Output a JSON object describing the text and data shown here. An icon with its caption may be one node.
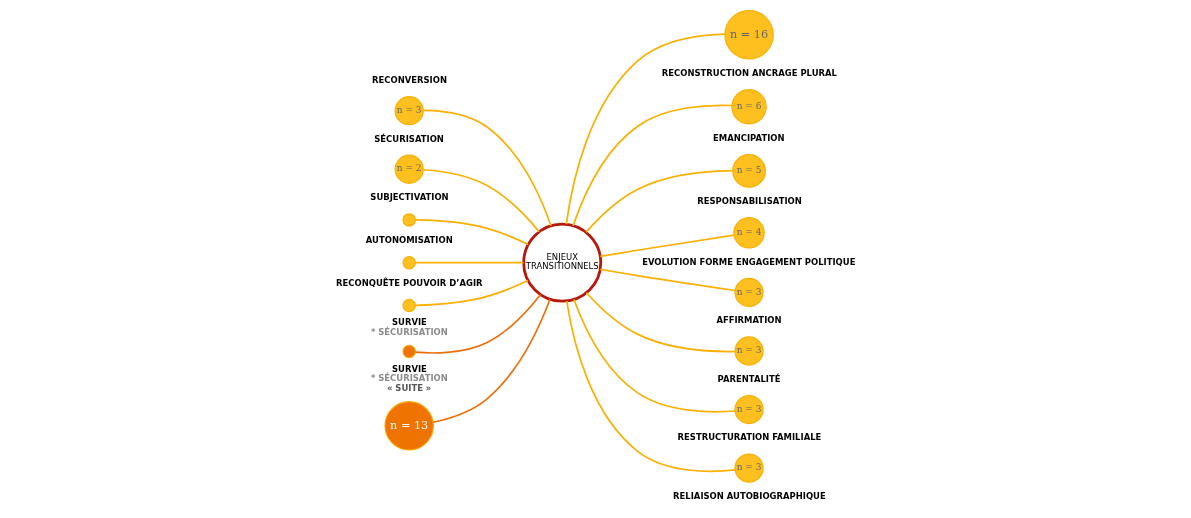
{
  "diagram": {
    "nodes": [
      {
        "text": [
          "ENJEUX TRANSITIONNELS"
        ]
      },
      {
        "text": [
          "n = 16"
        ],
        "beside": [
          "RECONSTRUCTION ANCRAGE PLURAL"
        ]
      },
      {
        "text": [
          "n = 6"
        ],
        "beside": [
          "EMANCIPATION"
        ]
      },
      {
        "text": [
          "n = 5"
        ],
        "beside": [
          "RESPONSABILISATION"
        ]
      },
      {
        "text": [
          "n = 4"
        ],
        "beside": [
          "EVOLUTION FORME ENGAGEMENT POLITIQUE"
        ]
      },
      {
        "text": [
          "n = 3"
        ],
        "beside": [
          "AFFIRMATION"
        ]
      },
      {
        "text": [
          "n = 3"
        ],
        "beside": [
          "PARENTALITÉ"
        ]
      },
      {
        "text": [
          "n = 3"
        ],
        "beside": [
          "RESTRUCTURATION FAMILIALE"
        ]
      },
      {
        "text": [
          "n = 3"
        ],
        "beside": [
          "RELIAISON AUTOBIOGRAPHIQUE"
        ]
      },
      {
        "text": [
          "n = 3"
        ],
        "beside": [
          "RECONVERSION"
        ]
      },
      {
        "text": [
          "n = 2"
        ],
        "beside": [
          "SÉCURISATION"
        ]
      },
      {
        "text": [],
        "shape": "circle",
        "beside": [
          "SUBJECTIVATION"
        ]
      },
      {
        "text": [],
        "shape": "circle",
        "beside": [
          "AUTONOMISATION"
        ]
      },
      {
        "text": [],
        "shape": "circle",
        "beside": [
          "RECONQUÊTE POUVOIR D’AGIR"
        ]
      },
      {
        "text": [],
        "shape": "circle",
        "beside": [
          "SURVIE",
          "* SÉCURISATION"
        ]
      },
      {
        "text": [
          "n = 13"
        ],
        "beside": [
          "SURVIE",
          "* SÉCURISATION",
          "« SUITE »"
        ]
      }
    ],
    "edges": [
      {
        "from": 0,
        "to": 1,
        "arrow": "none"
      },
      {
        "from": 0,
        "to": 2,
        "arrow": "none"
      },
      {
        "from": 0,
        "to": 3,
        "arrow": "none"
      },
      {
        "from": 0,
        "to": 4,
        "arrow": "none"
      },
      {
        "from": 0,
        "to": 5,
        "arrow": "none"
      },
      {
        "from": 0,
        "to": 6,
        "arrow": "none"
      },
      {
        "from": 0,
        "to": 7,
        "arrow": "none"
      },
      {
        "from": 0,
        "to": 8,
        "arrow": "none"
      },
      {
        "from": 0,
        "to": 9,
        "arrow": "none"
      },
      {
        "from": 0,
        "to": 10,
        "arrow": "none"
      },
      {
        "from": 0,
        "to": 11,
        "arrow": "none"
      },
      {
        "from": 0,
        "to": 12,
        "arrow": "none"
      },
      {
        "from": 0,
        "to": 13,
        "arrow": "none"
      },
      {
        "from": 0,
        "to": 14,
        "arrow": "none",
        "color": "#ec6f0c"
      },
      {
        "from": 0,
        "to": 15,
        "arrow": "none",
        "color": "#ec6f0c"
      }
    ]
  }
}
